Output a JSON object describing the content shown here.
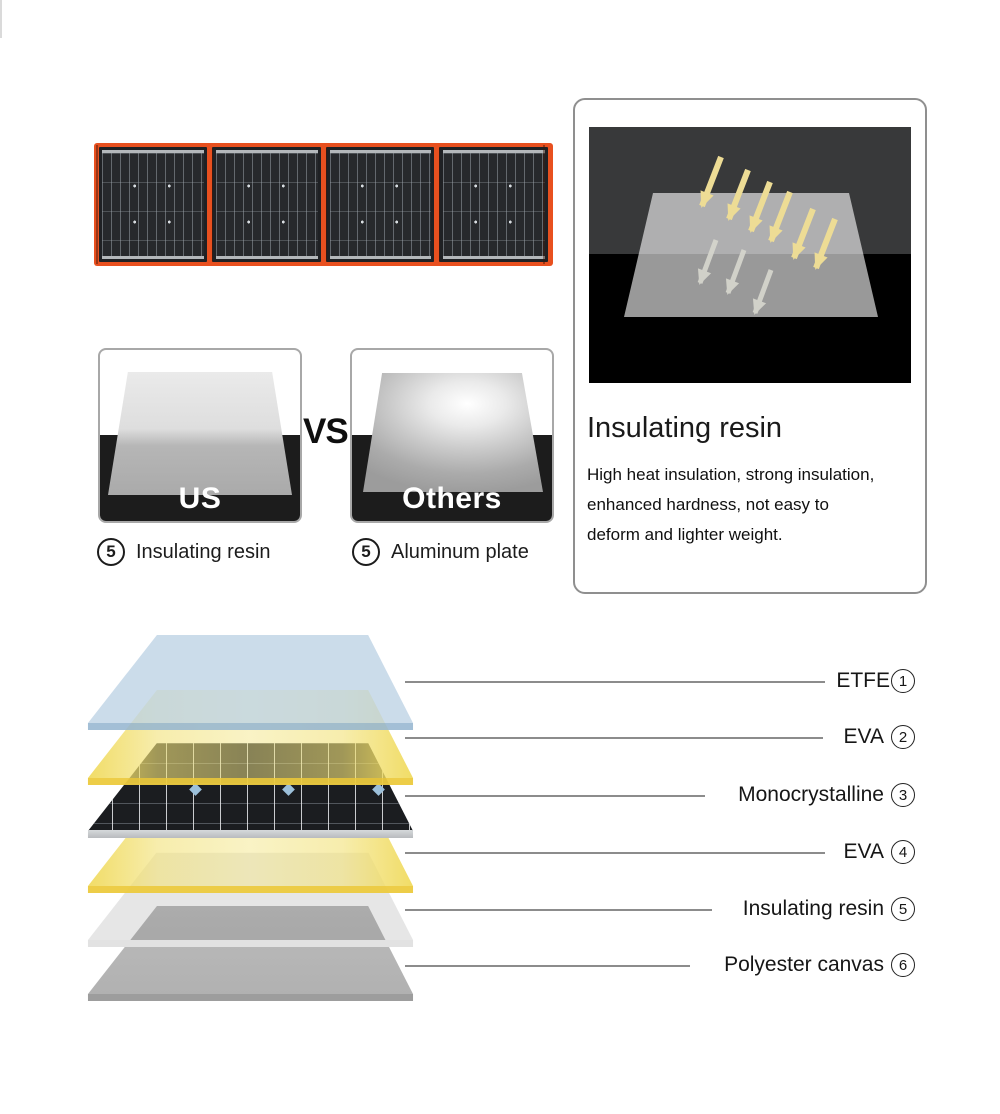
{
  "page": {
    "background": "#ffffff"
  },
  "product_photo": {
    "description": "folding-solar-panel-4-sections",
    "panel_count": 4,
    "frame_color": "#e8501f",
    "cell_color": "#27292c"
  },
  "comparison": {
    "vs_label": "VS",
    "us_card": {
      "plate_label": "US",
      "caption_number": "5",
      "caption": "Insulating resin",
      "plate_color": "#d9d9d9"
    },
    "others_card": {
      "plate_label": "Others",
      "caption_number": "5",
      "caption": "Aluminum plate",
      "plate_color": "#c9c9c9"
    }
  },
  "info_card": {
    "title": "Insulating resin",
    "lines": [
      "High heat insulation, strong insulation,",
      "enhanced hardness, not easy to",
      "deform and lighter weight."
    ],
    "image": {
      "description": "sun-rays-hitting-insulating-resin-plate",
      "arrow_color": "#eddc95",
      "transmitted_arrow_color": "#d8d8cf",
      "background_top": "#38393a",
      "background_bottom": "#000000"
    }
  },
  "layers_diagram": {
    "layers": [
      {
        "name": "ETFE",
        "number": "1",
        "color": "#cddcea"
      },
      {
        "name": "EVA",
        "number": "2",
        "color": "#f2e27c"
      },
      {
        "name": "Monocrystalline",
        "number": "3",
        "color": "#1b1d20"
      },
      {
        "name": "EVA",
        "number": "4",
        "color": "#f2e27c"
      },
      {
        "name": "Insulating resin",
        "number": "5",
        "color": "#e9e9e9"
      },
      {
        "name": "Polyester canvas",
        "number": "6",
        "color": "#b5b5b5"
      }
    ]
  }
}
